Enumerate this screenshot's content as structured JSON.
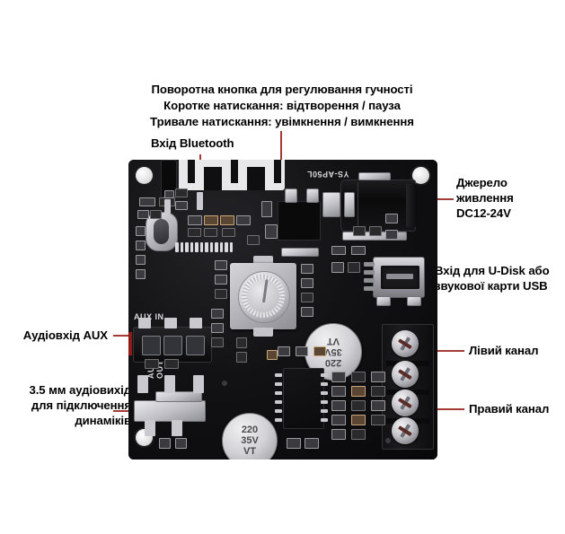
{
  "image": {
    "subject": "YS-AP50L Bluetooth amplifier board annotated diagram",
    "background_color": "#ffffff",
    "callout_color": "#a43b34",
    "text_color": "#000000"
  },
  "annotations": {
    "top": {
      "name": "volume-knob-annotation",
      "line1": "Поворотна кнопка для регулювання гучності",
      "line2": "Коротке натискання: відтворення / пауза",
      "line3": "Тривале натискання: увімкнення / вимкнення"
    },
    "bluetooth": {
      "name": "bluetooth-input-annotation",
      "text": "Вхід Bluetooth"
    },
    "power": {
      "name": "power-supply-annotation",
      "line1": "Джерело",
      "line2": "живлення",
      "line3": "DC12-24V"
    },
    "usb": {
      "name": "usb-input-annotation",
      "line1": "Вхід для U-Disk або",
      "line2": "звукової карти USB"
    },
    "left_channel": {
      "name": "left-channel-annotation",
      "text": "Лівий канал"
    },
    "right_channel": {
      "name": "right-channel-annotation",
      "text": "Правий канал"
    },
    "aux_in": {
      "name": "aux-input-annotation",
      "text": "Аудіовхід AUX"
    },
    "speaker_out": {
      "name": "speaker-output-annotation",
      "line1": "3.5 мм аудіовихід",
      "line2": "для підключення",
      "line3": "динаміків"
    }
  },
  "board": {
    "silkscreen": {
      "model": "YS-AP50L",
      "aux_in": "AUX IN",
      "aux_out": "AUX\nOUT"
    },
    "capacitor_right": {
      "value": "220",
      "voltage": "35V",
      "brand": "VT"
    },
    "capacitor_bottom": {
      "value": "220",
      "voltage": "35V",
      "brand": "VT"
    }
  }
}
